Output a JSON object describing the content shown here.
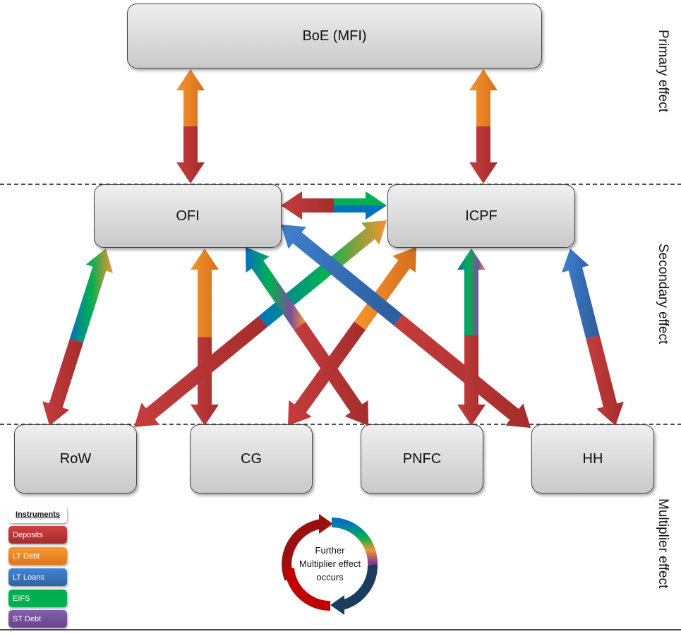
{
  "nodes": {
    "boe": "BoE (MFI)",
    "ofi": "OFI",
    "icpf": "ICPF",
    "row": "RoW",
    "cg": "CG",
    "pnfc": "PNFC",
    "hh": "HH"
  },
  "side_labels": {
    "primary": "Primary effect",
    "secondary": "Secondary effect",
    "multiplier": "Multiplier effect"
  },
  "legend": {
    "title": "Instruments",
    "items": [
      {
        "label": "Deposits",
        "color": "#b83434"
      },
      {
        "label": "LT Debt",
        "color": "#f28a28"
      },
      {
        "label": "LT Loans",
        "color": "#3a72bd"
      },
      {
        "label": "EIFS",
        "color": "#00b050"
      },
      {
        "label": "ST Debt",
        "color": "#7a4f9c"
      }
    ]
  },
  "cycle": {
    "line1": "Further",
    "line2": "Multiplier effect",
    "line3": "occurs"
  }
}
